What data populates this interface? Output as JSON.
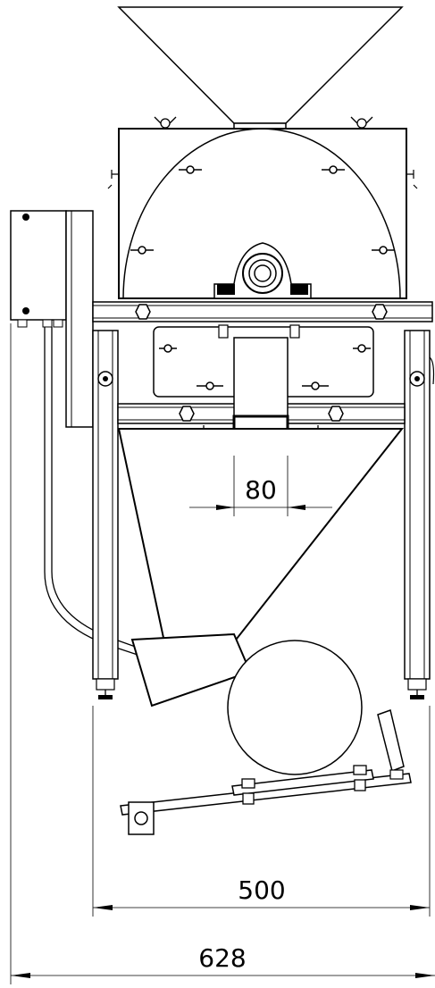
{
  "dimensions": {
    "outlet_width": "80",
    "frame_width": "500",
    "overall_width": "628"
  }
}
